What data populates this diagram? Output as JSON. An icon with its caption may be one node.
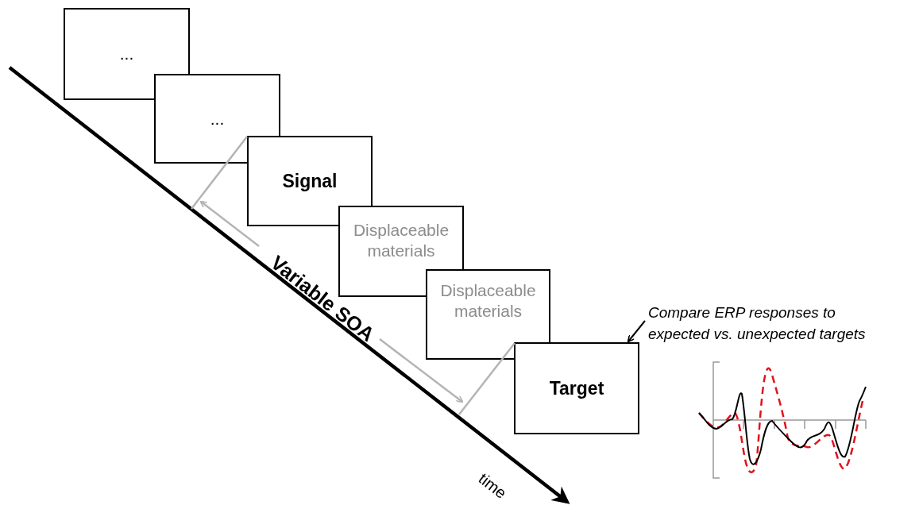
{
  "diagram": {
    "nodes": [
      {
        "text": [
          "..."
        ]
      },
      {
        "text": [
          "..."
        ]
      },
      {
        "text": [
          "Signal"
        ]
      },
      {
        "text": [
          "Displaceable materials"
        ]
      },
      {
        "text": [
          "Displaceable materials"
        ]
      },
      {
        "text": [
          "Target"
        ]
      },
      {
        "text": [
          "Compare ERP responses to expected vs. unexpected targets"
        ]
      }
    ],
    "edges": [
      {
        "from": 6,
        "to": 5,
        "arrow": "to"
      }
    ],
    "labels": [
      "Variable SOA",
      "time"
    ]
  }
}
